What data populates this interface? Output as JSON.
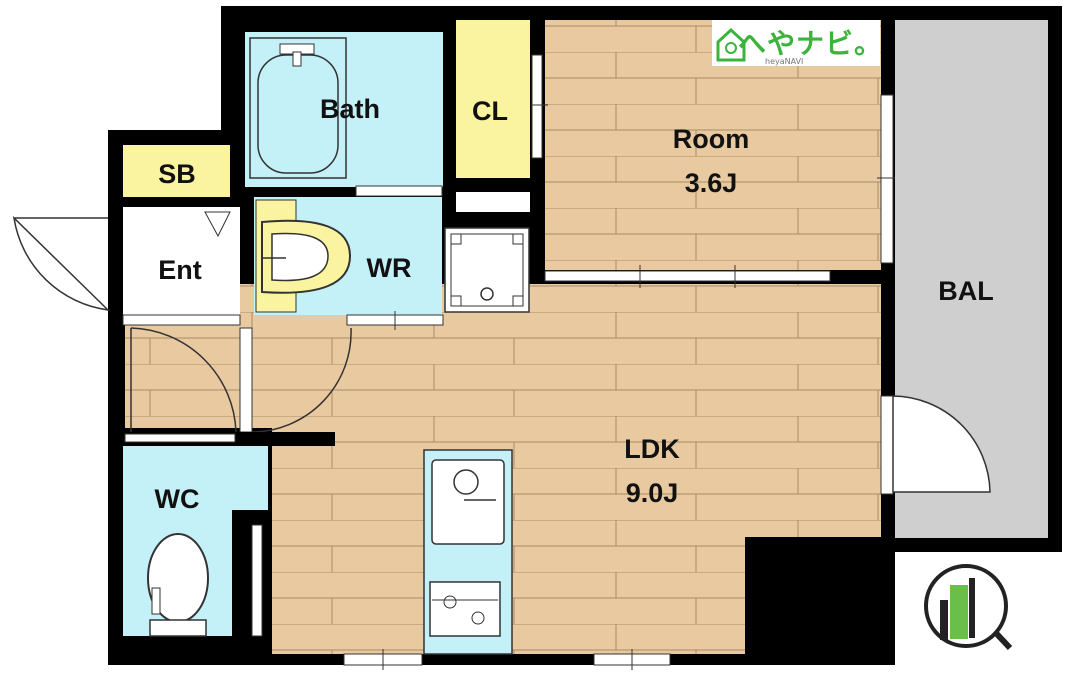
{
  "rooms": {
    "bath": "Bath",
    "cl": "CL",
    "room": "Room",
    "room_size": "3.6J",
    "sb": "SB",
    "ent": "Ent",
    "wr": "WR",
    "bal": "BAL",
    "ldk": "LDK",
    "ldk_size": "9.0J",
    "wc": "WC"
  },
  "logo": {
    "text": "へやナビ。",
    "sub": "heyaNAVI"
  },
  "colors": {
    "wall": "#000000",
    "floor_wood": "#e8c9a0",
    "wet_area": "#c4f0f7",
    "closet": "#faf3a0",
    "balcony": "#cfcfcf",
    "logo_green": "#3cb43c"
  }
}
